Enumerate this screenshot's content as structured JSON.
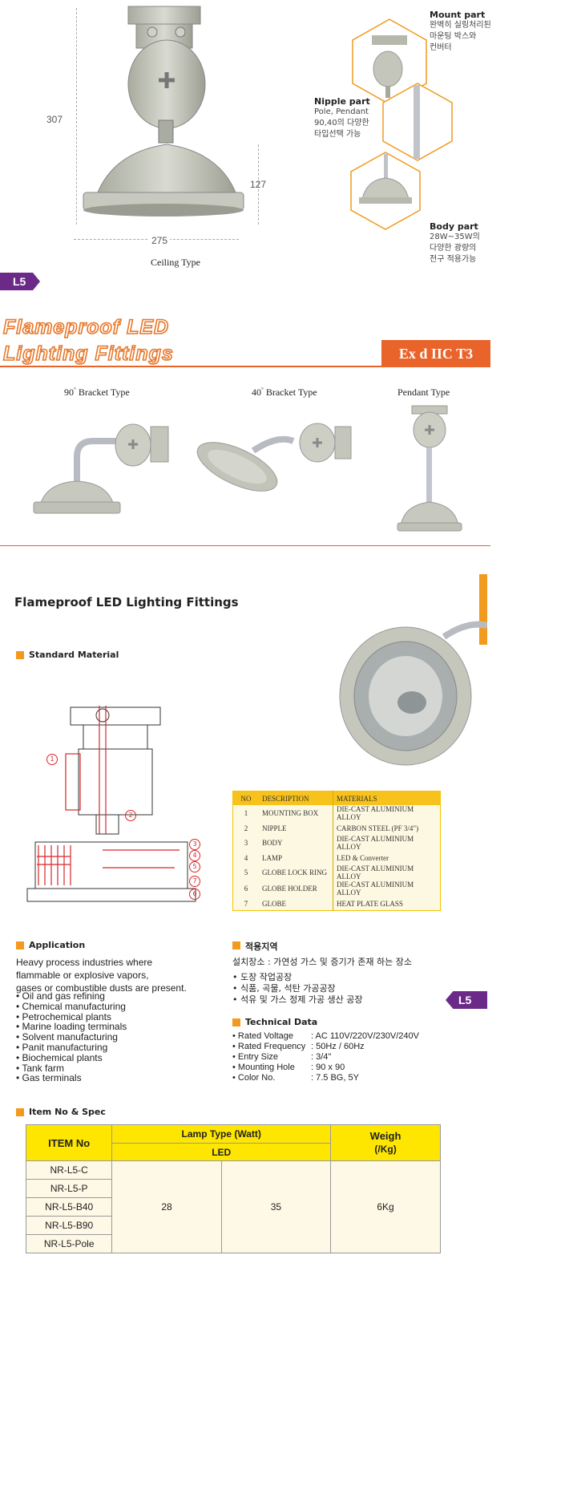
{
  "top": {
    "dim_height": "307",
    "dim_body_height": "127",
    "dim_width": "275",
    "caption": "Ceiling Type",
    "page_tag": "L5",
    "hex": [
      {
        "title": "Mount part",
        "desc": [
          "완벽히 실링처리된",
          "마운팅 박스와",
          "컨버터"
        ]
      },
      {
        "title": "Nipple part",
        "desc": [
          "Pole, Pendant",
          "90,40의 다양한",
          "타입선택 가능"
        ]
      },
      {
        "title": "Body part",
        "desc": [
          "28W~35W의",
          "다양한 광량의",
          "전구 적용가능"
        ]
      }
    ]
  },
  "banner": {
    "title_line1": "Flameproof LED",
    "title_line2": "Lighting Fittings",
    "ex_rating": "Ex d IIC T3"
  },
  "types": [
    {
      "degree": "90",
      "label": "Bracket Type"
    },
    {
      "degree": "40",
      "label": "Bracket Type"
    },
    {
      "degree": "",
      "label": "Pendant Type"
    }
  ],
  "detail": {
    "title": "Flameproof LED Lighting Fittings",
    "standard_material": "Standard Material",
    "callouts": [
      "1",
      "2",
      "3",
      "4",
      "5",
      "7",
      "6"
    ],
    "materials_header": [
      "NO",
      "DESCRIPTION",
      "MATERIALS"
    ],
    "materials": [
      [
        "1",
        "MOUNTING BOX",
        "DIE-CAST ALUMINIUM ALLOY"
      ],
      [
        "2",
        "NIPPLE",
        "CARBON STEEL (PF 3/4\")"
      ],
      [
        "3",
        "BODY",
        "DIE-CAST ALUMINIUM ALLOY"
      ],
      [
        "4",
        "LAMP",
        "LED & Converter"
      ],
      [
        "5",
        "GLOBE LOCK RING",
        "DIE-CAST ALUMINIUM ALLOY"
      ],
      [
        "6",
        "GLOBE HOLDER",
        "DIE-CAST ALUMINIUM ALLOY"
      ],
      [
        "7",
        "GLOBE",
        "HEAT PLATE GLASS"
      ]
    ]
  },
  "application": {
    "heading": "Application",
    "intro": [
      "Heavy process industries where",
      "flammable or explosive vapors,",
      "gases or combustible dusts are present."
    ],
    "items": [
      "Oil and gas refining",
      "Chemical manufacturing",
      "Petrochemical plants",
      "Marine loading terminals",
      "Solvent manufacturing",
      "Panit manufacturing",
      "Biochemical plants",
      "Tank farm",
      "Gas terminals"
    ]
  },
  "korean": {
    "heading": "적용지역",
    "intro": "설치장소 : 가연성 가스 및 증기가 존재 하는 장소",
    "items": [
      "도장 작업공장",
      "식품, 곡물, 석탄 가공공장",
      "석유 및 가스 정제 가공 생산 공장"
    ]
  },
  "technical": {
    "heading": "Technical Data",
    "rows": [
      [
        "Rated Voltage",
        ": AC 110V/220V/230V/240V"
      ],
      [
        "Rated Frequency",
        ": 50Hz / 60Hz"
      ],
      [
        "Entry Size",
        ": 3/4\""
      ],
      [
        "Mounting Hole",
        ": 90 x 90"
      ],
      [
        "Color No.",
        ": 7.5 BG, 5Y"
      ]
    ]
  },
  "spec": {
    "heading": "Item No & Spec",
    "col_item": "ITEM No",
    "col_lamp": "Lamp Type (Watt)",
    "col_led": "LED",
    "col_weigh": "Weigh",
    "col_weigh_unit": "(/Kg)",
    "items": [
      "NR-L5-C",
      "NR-L5-P",
      "NR-L5-B40",
      "NR-L5-B90",
      "NR-L5-Pole"
    ],
    "watt1": "28",
    "watt2": "35",
    "weight": "6Kg"
  },
  "colors": {
    "orange": "#e8642a",
    "purple": "#6b2a88",
    "yellow": "#ffe600"
  }
}
